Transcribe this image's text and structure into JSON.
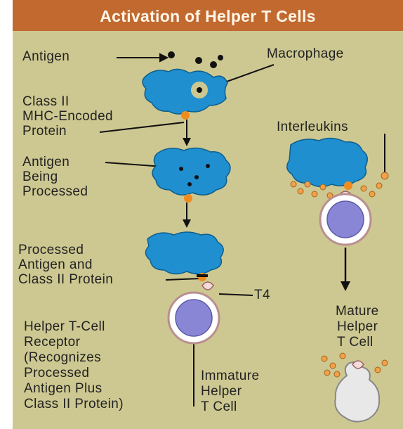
{
  "title": "Activation of Helper T Cells",
  "labels": {
    "antigen": "Antigen",
    "macrophage": "Macrophage",
    "class_ii_line1": "Class II",
    "class_ii_line2": "MHC-Encoded",
    "class_ii_line3": "Protein",
    "interleukins": "Interleukins",
    "processing_line1": "Antigen",
    "processing_line2": "Being",
    "processing_line3": "Processed",
    "processed_line1": "Processed",
    "processed_line2": "Antigen and",
    "processed_line3": "Class II Protein",
    "t4": "T4",
    "receptor_line1": "Helper T-Cell",
    "receptor_line2": "Receptor",
    "receptor_line3": "(Recognizes",
    "receptor_line4": "Processed",
    "receptor_line5": "Antigen Plus",
    "receptor_line6": "Class II Protein)",
    "immature_line1": "Immature",
    "immature_line2": "Helper",
    "immature_line3": "T Cell",
    "mature_line1": "Mature",
    "mature_line2": "Helper",
    "mature_line3": "T Cell"
  },
  "colors": {
    "header_bg": "#c2692f",
    "panel_bg": "#cdc891",
    "macrophage": "#1f8fcf",
    "t_cell_nucleus": "#8a86d6",
    "protein": "#f08c1e",
    "interleukin": "#f2a14a"
  }
}
